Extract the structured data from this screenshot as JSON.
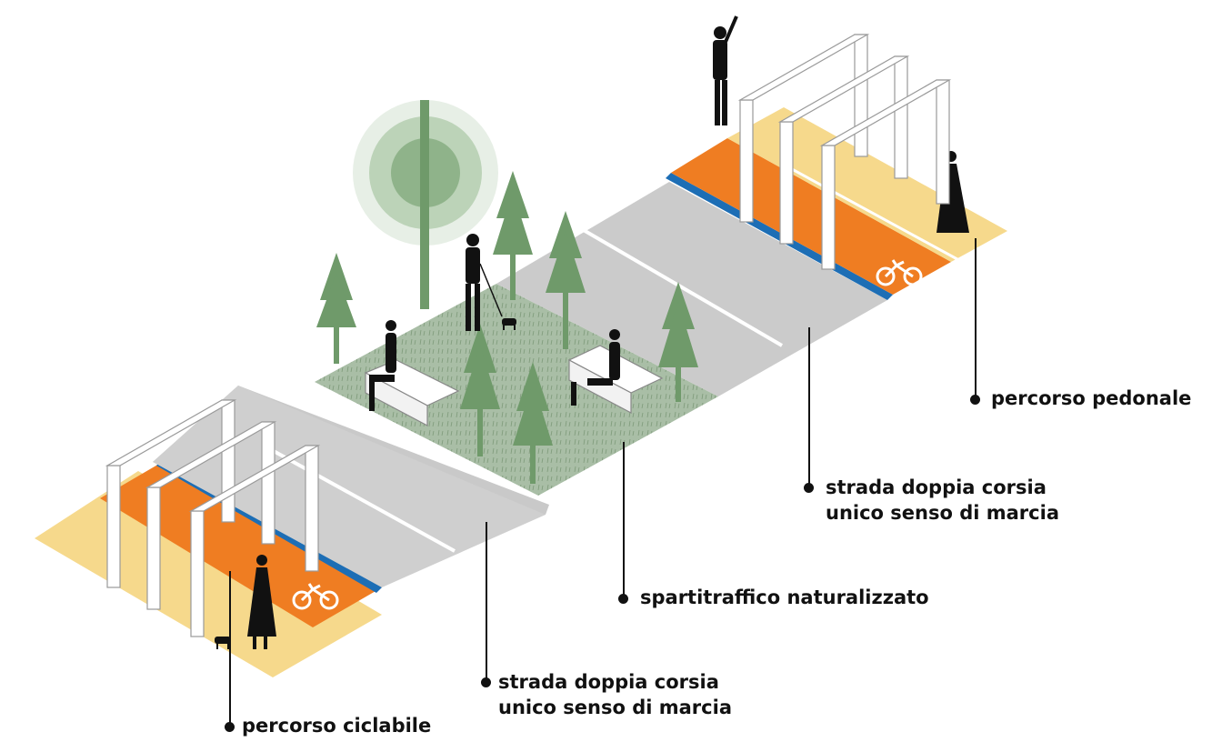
{
  "diagram": {
    "colors": {
      "road": "#c9c9c9",
      "median_green": "#a9bea6",
      "bike_lane": "#ef7d22",
      "sidewalk": "#f6d98c",
      "blue_edge": "#1d6eb5",
      "frame": "#ffffff",
      "tree_green": "#6f9a6a",
      "text": "#111111"
    },
    "icons": [
      "bicycle-icon",
      "person-icon",
      "dog-icon",
      "tree-icon",
      "bench-icon",
      "arch-frame-icon"
    ],
    "labels": {
      "pedonale": "percorso pedonale",
      "strada_right_1": "strada doppia corsia",
      "strada_right_2": "unico senso di marcia",
      "spartitraffico": "spartitraffico naturalizzato",
      "strada_left_1": "strada doppia corsia",
      "strada_left_2": "unico senso di marcia",
      "ciclabile": "percorso ciclabile"
    }
  }
}
